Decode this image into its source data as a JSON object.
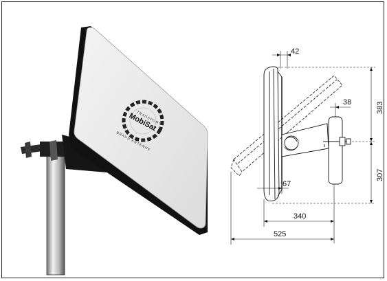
{
  "photo": {
    "brand_logo_text": "MobiSat",
    "brand_ring_text": "BRAUN ANTENNE",
    "brand_sub_text": "TRANSPORT"
  },
  "drawing": {
    "dimensions": {
      "top_offset": "42",
      "clamp_offset": "38",
      "upper_height": "383",
      "lower_height": "307",
      "bracket_offset": "67",
      "mount_depth": "340",
      "total_depth": "525"
    }
  },
  "colors": {
    "panel_face": "#e9e9e9",
    "panel_rim": "#1a1a1a",
    "mast": "#cfcfcf",
    "line": "#111111"
  }
}
